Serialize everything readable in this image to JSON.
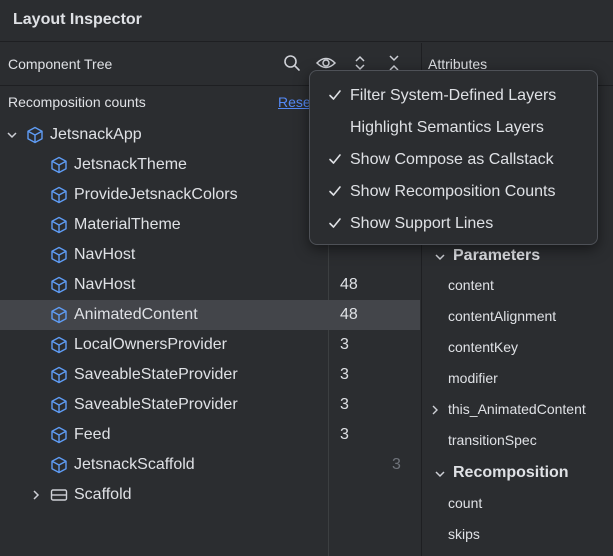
{
  "window": {
    "title": "Layout Inspector"
  },
  "component_tree": {
    "title": "Component Tree",
    "toolbar_icons": [
      "search-icon",
      "eye-icon",
      "expand-icon",
      "collapse-icon"
    ],
    "recomposition_label": "Recomposition counts",
    "reset_label": "Reset",
    "rows": [
      {
        "name": "JetsnackApp",
        "count": "",
        "icon": "compose-node-icon",
        "expanded": true
      },
      {
        "name": "JetsnackTheme",
        "count": "",
        "icon": "compose-node-icon"
      },
      {
        "name": "ProvideJetsnackColors",
        "count": "",
        "icon": "compose-node-icon"
      },
      {
        "name": "MaterialTheme",
        "count": "",
        "icon": "compose-node-icon"
      },
      {
        "name": "NavHost",
        "count": "",
        "icon": "compose-node-icon"
      },
      {
        "name": "NavHost",
        "count": "48",
        "icon": "compose-node-icon"
      },
      {
        "name": "AnimatedContent",
        "count": "48",
        "icon": "compose-node-icon",
        "selected": true
      },
      {
        "name": "LocalOwnersProvider",
        "count": "3",
        "icon": "compose-node-icon"
      },
      {
        "name": "SaveableStateProvider",
        "count": "3",
        "icon": "compose-node-icon"
      },
      {
        "name": "SaveableStateProvider",
        "count": "3",
        "icon": "compose-node-icon"
      },
      {
        "name": "Feed",
        "count": "3",
        "icon": "compose-node-icon"
      },
      {
        "name": "JetsnackScaffold",
        "count": "3",
        "icon": "compose-node-icon",
        "count_dim": true
      },
      {
        "name": "Scaffold",
        "count": "",
        "icon": "layout-node-icon",
        "collapsed": true
      }
    ]
  },
  "attributes": {
    "title": "Attributes",
    "parameters_label": "Parameters",
    "parameters": [
      "content",
      "contentAlignment",
      "contentKey",
      "modifier",
      "this_AnimatedContent",
      "transitionSpec"
    ],
    "recomposition_label": "Recomposition",
    "recomposition": [
      "count",
      "skips"
    ]
  },
  "view_options_menu": {
    "items": [
      {
        "label": "Filter System-Defined Layers",
        "checked": true
      },
      {
        "label": "Highlight Semantics Layers",
        "checked": false
      },
      {
        "label": "Show Compose as Callstack",
        "checked": true
      },
      {
        "label": "Show Recomposition Counts",
        "checked": true
      },
      {
        "label": "Show Support Lines",
        "checked": true
      }
    ]
  },
  "colors": {
    "background": "#2b2d30",
    "selection": "#43454a",
    "link": "#548af7",
    "compose_icon": "#5f9cf4",
    "text": "#dfe1e5",
    "muted_text": "#6f737a"
  }
}
